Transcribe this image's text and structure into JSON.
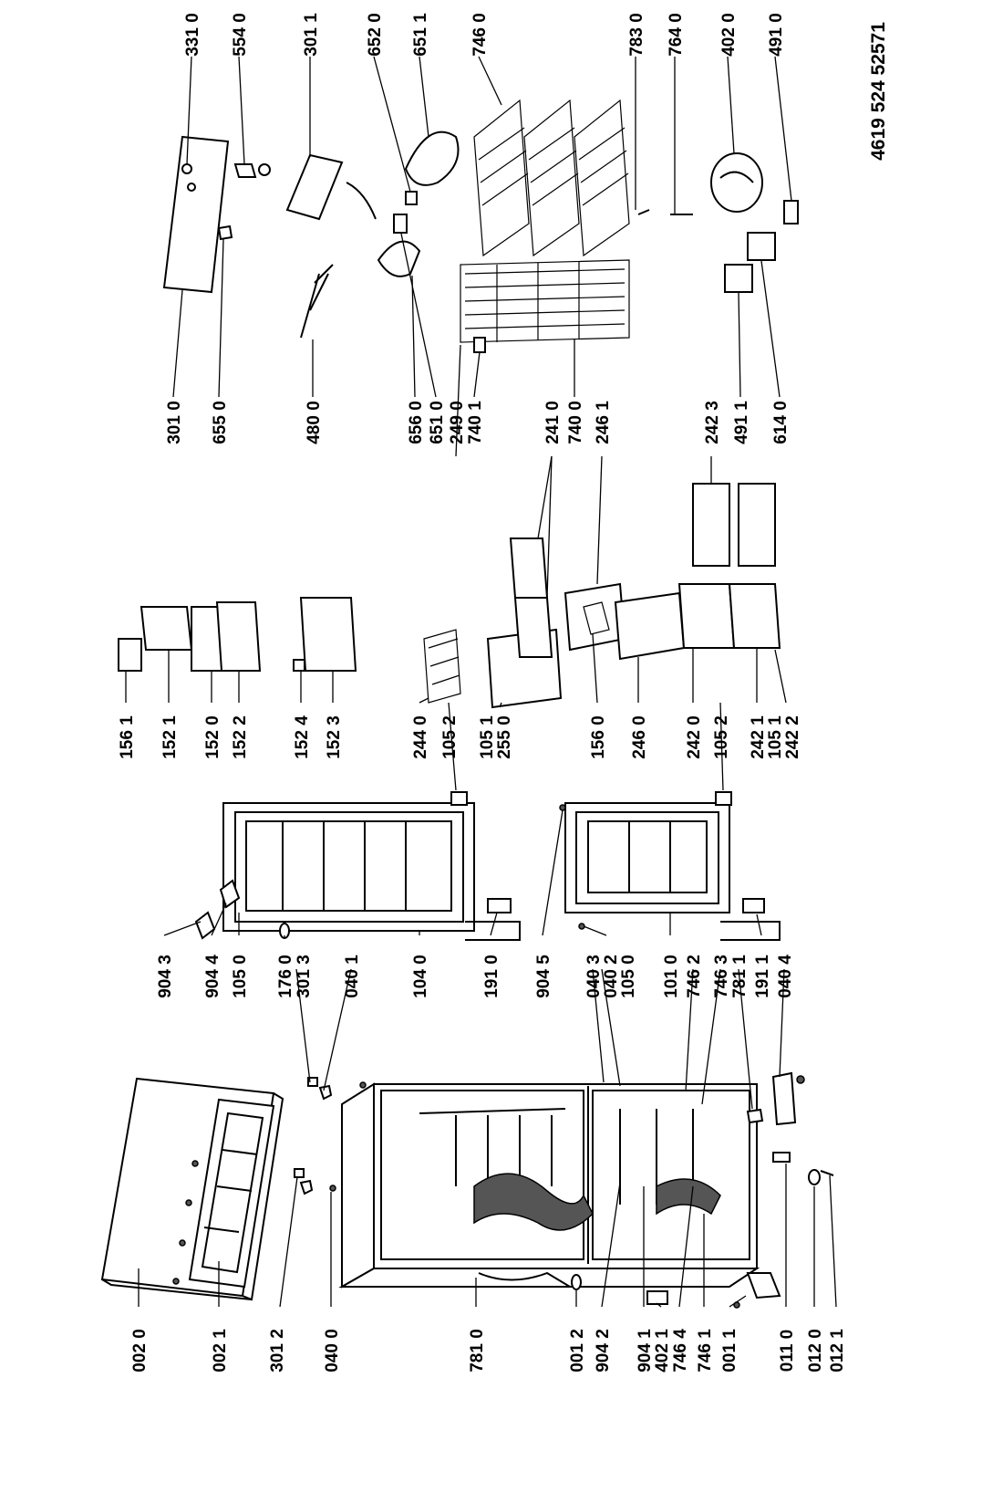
{
  "document_number": "4619 524 52571",
  "labels": {
    "p0020": "002 0",
    "p0021": "002 1",
    "p3012": "301 2",
    "p0400": "040 0",
    "p7810": "781 0",
    "p0012": "001 2",
    "p9042": "904 2",
    "p9041": "904 1",
    "p4021": "402 1",
    "p7464": "746 4",
    "p7461": "746 1",
    "p0011": "001 1",
    "p0110": "011 0",
    "p0120": "012 0",
    "p0121": "012 1",
    "p9043": "904 3",
    "p9044": "904 4",
    "p1050a": "105 0",
    "p1760": "176 0",
    "p3013": "301 3",
    "p0401": "040 1",
    "p1040": "104 0",
    "p1910": "191 0",
    "p9045": "904 5",
    "p0403": "040 3",
    "p0402": "040 2",
    "p1050b": "105 0",
    "p1010": "101 0",
    "p7462": "746 2",
    "p7463": "746 3",
    "p7811": "781 1",
    "p1911": "191 1",
    "p0404": "040 4",
    "p1561": "156 1",
    "p1521": "152 1",
    "p1520": "152 0",
    "p1522": "152 2",
    "p1524": "152 4",
    "p1523": "152 3",
    "p2440": "244 0",
    "p1052a": "105 2",
    "p1051a": "105 1",
    "p2550": "255 0",
    "p1560": "156 0",
    "p2460": "246 0",
    "p2420": "242 0",
    "p1052b": "105 2",
    "p2421": "242 1",
    "p1051b": "105 1",
    "p2422": "242 2",
    "p3010": "301 0",
    "p6550": "655 0",
    "p4800": "480 0",
    "p6560": "656 0",
    "p6510": "651 0",
    "p2490": "249 0",
    "p7401": "740 1",
    "p2410": "241 0",
    "p7400": "740 0",
    "p2461": "246 1",
    "p2423": "242 3",
    "p4911": "491 1",
    "p6140": "614 0",
    "p3310": "331 0",
    "p5540": "554 0",
    "p3011": "301 1",
    "p6520": "652 0",
    "p6511": "651 1",
    "p7460": "746 0",
    "p7830": "783 0",
    "p7640": "764 0",
    "p4020": "402 0",
    "p4910": "491 0"
  }
}
